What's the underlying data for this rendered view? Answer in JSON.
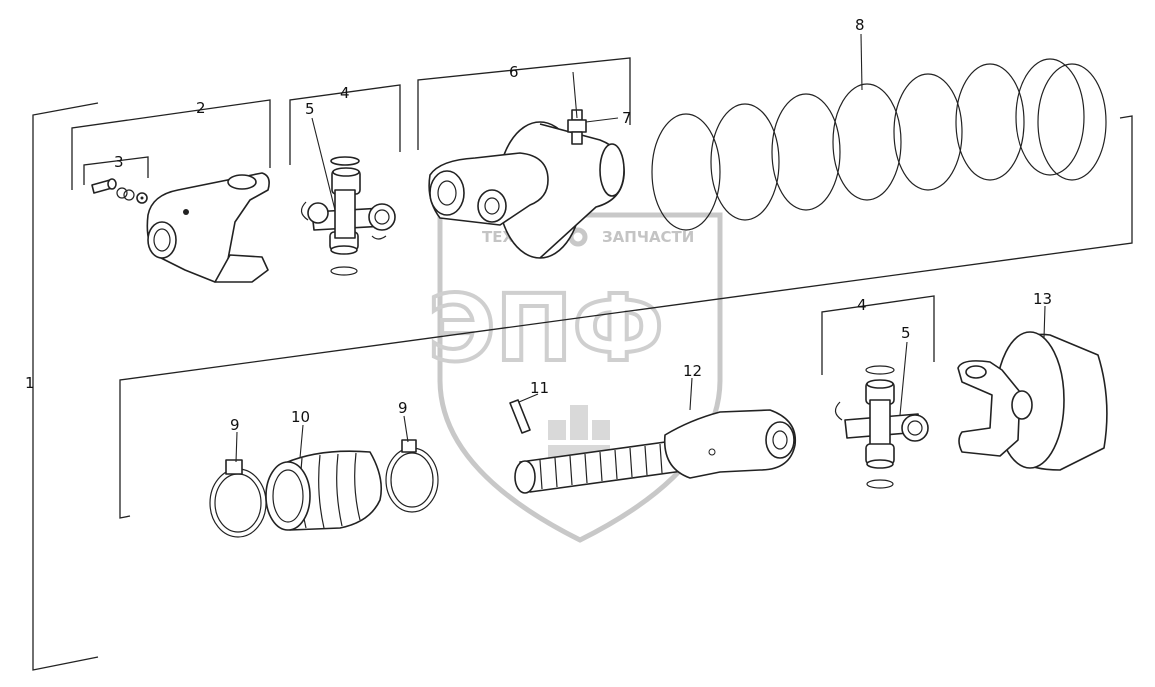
{
  "callouts": {
    "c1": "1",
    "c2": "2",
    "c3": "3",
    "c4_top": "4",
    "c5_top": "5",
    "c6": "6",
    "c7": "7",
    "c8": "8",
    "c9_left": "9",
    "c10": "10",
    "c9_right": "9",
    "c11": "11",
    "c12": "12",
    "c4_bottom": "4",
    "c5_bottom": "5",
    "c13": "13"
  },
  "watermark": {
    "tagline_left": "ТЕХНИКА",
    "tagline_right": "ЗАПЧАСТИ",
    "logo_text": "ЭПФ"
  },
  "colors": {
    "line": "#222222",
    "watermark": "#cccccc",
    "background": "#ffffff"
  }
}
